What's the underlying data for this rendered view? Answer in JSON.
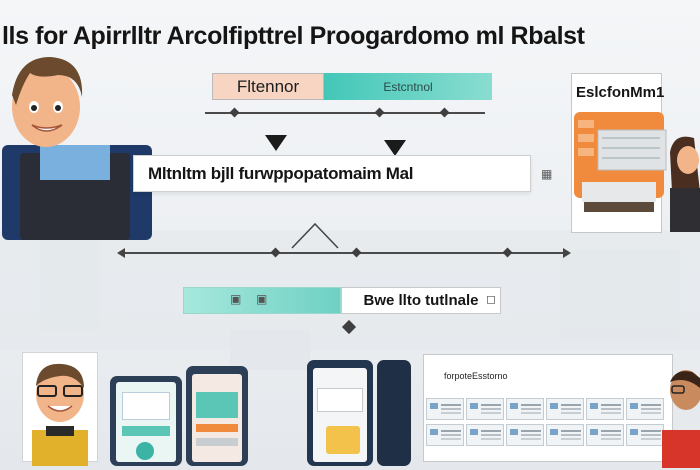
{
  "title": "lls for Apirrlltr Arcolfipttrel Proogardomo ml Rbalst",
  "top_bar": {
    "left_label": "Fltennor",
    "right_label": "Estcntnol"
  },
  "banner": {
    "text": "Mltnltm bjll furwppopatomaim Mal"
  },
  "lower_bar": {
    "right_label": "Bwe llto tutlnale"
  },
  "right_card": {
    "label": "EslcfonMm1"
  },
  "bottom_panel": {
    "heading": "forpoteEsstorno"
  },
  "colors": {
    "teal": "#43c7b8",
    "peach": "#f7d5c2",
    "navy": "#2c3f57",
    "orange": "#f08a3c"
  },
  "icons": {
    "arrow": "arrow-down-icon",
    "dot": "diamond-node-icon"
  }
}
